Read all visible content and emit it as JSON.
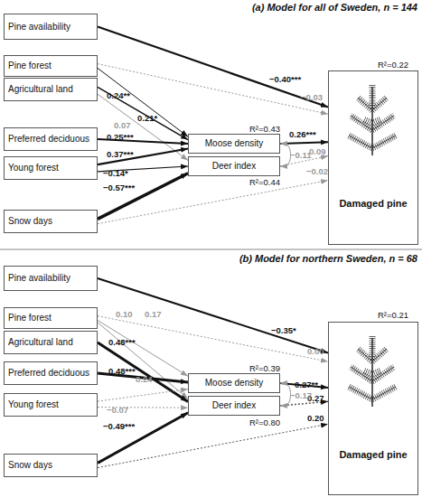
{
  "diagram": {
    "nodes": [
      {
        "text": [
          "Pine availability"
        ]
      },
      {
        "text": [
          "Pine forest"
        ]
      },
      {
        "text": [
          "Agricultural land"
        ]
      },
      {
        "text": [
          "Preferred deciduous"
        ]
      },
      {
        "text": [
          "Young forest"
        ]
      },
      {
        "text": [
          "Snow days"
        ]
      },
      {
        "text": [
          "Moose density"
        ]
      },
      {
        "text": [
          "Deer index"
        ]
      },
      {
        "text": [
          "Damaged pine"
        ]
      },
      {
        "text": [
          "Pine availability"
        ]
      },
      {
        "text": [
          "Pine forest"
        ]
      },
      {
        "text": [
          "Agricultural land"
        ]
      },
      {
        "text": [
          "Preferred deciduous"
        ]
      },
      {
        "text": [
          "Young forest"
        ]
      },
      {
        "text": [
          "Snow days"
        ]
      },
      {
        "text": [
          "Moose density"
        ]
      },
      {
        "text": [
          "Deer index"
        ]
      },
      {
        "text": [
          "Damaged pine"
        ]
      }
    ],
    "edges": [
      {
        "from": 0,
        "to": 8,
        "arrow": "to",
        "label": "−0.40***"
      },
      {
        "from": 1,
        "to": 6,
        "arrow": "to",
        "label": "0.21*"
      },
      {
        "from": 1,
        "to": 8,
        "arrow": "to",
        "label": "−0.03"
      },
      {
        "from": 2,
        "to": 6,
        "arrow": "to",
        "label": "0.24**"
      },
      {
        "from": 2,
        "to": 7,
        "arrow": "to",
        "label": "0.07"
      },
      {
        "from": 3,
        "to": 6,
        "arrow": "to",
        "label": "0.25***"
      },
      {
        "from": 4,
        "to": 6,
        "arrow": "to",
        "label": "0.37***"
      },
      {
        "from": 4,
        "to": 7,
        "arrow": "to",
        "label": "−0.14*"
      },
      {
        "from": 5,
        "to": 7,
        "arrow": "to",
        "label": "−0.57***"
      },
      {
        "from": 6,
        "to": 8,
        "arrow": "to",
        "label": "0.26***"
      },
      {
        "from": 7,
        "to": 8,
        "arrow": "to",
        "label": "0.09"
      },
      {
        "from": 5,
        "to": 8,
        "arrow": "to",
        "label": "−0.02"
      },
      {
        "from": 6,
        "to": 7,
        "arrow": "both",
        "label": "−0.11"
      },
      {
        "from": 9,
        "to": 17,
        "arrow": "to",
        "label": "−0.35*"
      },
      {
        "from": 10,
        "to": 15,
        "arrow": "to",
        "label": "0.10"
      },
      {
        "from": 10,
        "to": 16,
        "arrow": "to",
        "label": "0.17"
      },
      {
        "from": 10,
        "to": 17,
        "arrow": "to",
        "label": "0.00"
      },
      {
        "from": 11,
        "to": 16,
        "arrow": "to",
        "label": "0.48***"
      },
      {
        "from": 12,
        "to": 15,
        "arrow": "to",
        "label": "0.48***"
      },
      {
        "from": 13,
        "to": 15,
        "arrow": "to",
        "label": "0.24"
      },
      {
        "from": 13,
        "to": 16,
        "arrow": "to",
        "label": "−0.07"
      },
      {
        "from": 14,
        "to": 16,
        "arrow": "to",
        "label": "−0.49***"
      },
      {
        "from": 15,
        "to": 17,
        "arrow": "to",
        "label": "0.27**"
      },
      {
        "from": 16,
        "to": 17,
        "arrow": "to",
        "label": "0.27"
      },
      {
        "from": 14,
        "to": 17,
        "arrow": "to",
        "label": "0.20"
      },
      {
        "from": 15,
        "to": 16,
        "arrow": "both",
        "label": "−0.17"
      }
    ],
    "labels": [
      "(a) Model for all of Sweden, n = 144",
      "R²=0.22",
      "R²=0.43",
      "R²=0.44",
      "(b) Model for northern Sweden, n = 68",
      "R²=0.21",
      "R²=0.39",
      "R²=0.80"
    ]
  }
}
